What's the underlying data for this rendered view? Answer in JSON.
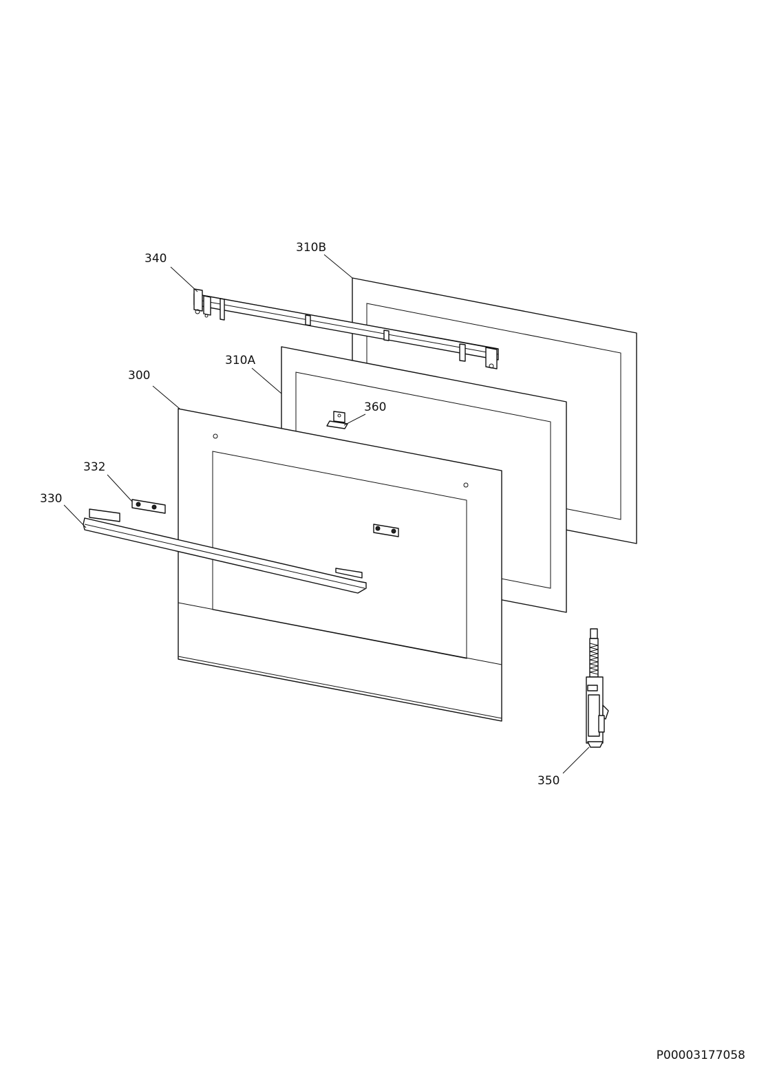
{
  "callouts": {
    "p300": "300",
    "p310a": "310A",
    "p310b": "310B",
    "p330": "330",
    "p332": "332",
    "p340": "340",
    "p350": "350",
    "p360": "360"
  },
  "document_code": "P00003177058"
}
